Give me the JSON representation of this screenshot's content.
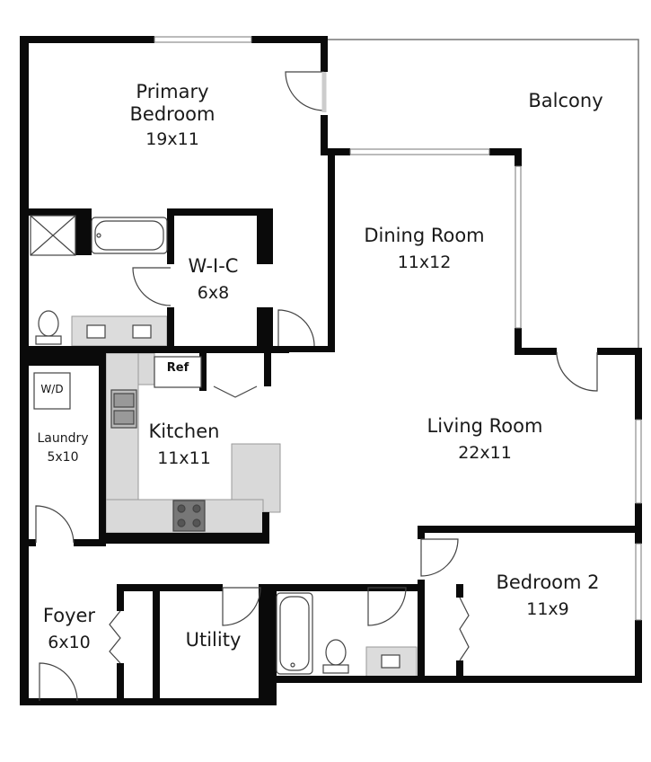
{
  "rooms": [
    {
      "name": "Primary\nBedroom",
      "dims": "19x11"
    },
    {
      "name": "Balcony",
      "dims": ""
    },
    {
      "name": "Dining Room",
      "dims": "11x12"
    },
    {
      "name": "W-I-C",
      "dims": "6x8"
    },
    {
      "name": "Living Room",
      "dims": "22x11"
    },
    {
      "name": "Kitchen",
      "dims": "11x11"
    },
    {
      "name": "Laundry",
      "dims": "5x10"
    },
    {
      "name": "Bedroom 2",
      "dims": "11x9"
    },
    {
      "name": "Foyer",
      "dims": "6x10"
    },
    {
      "name": "Utility",
      "dims": ""
    }
  ],
  "fixtures": {
    "refrigerator": "Ref",
    "washer_dryer": "W/D"
  },
  "colors": {
    "wall": "#0a0a0a",
    "counter": "#d9d9d9",
    "window": "#9a9a9a",
    "fixture_stroke": "#444444"
  }
}
